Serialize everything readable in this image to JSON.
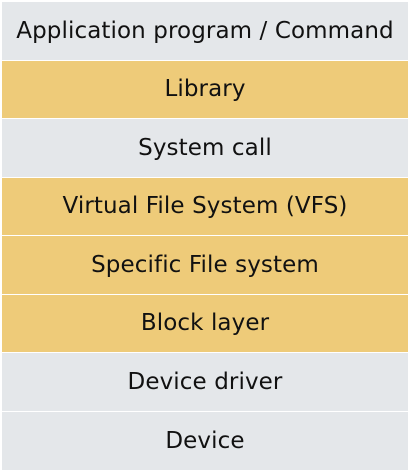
{
  "colors": {
    "gray": "#e4e7ea",
    "gold": "#eecb79"
  },
  "layers": [
    {
      "label": "Application program / Command",
      "color": "gray"
    },
    {
      "label": "Library",
      "color": "gold"
    },
    {
      "label": "System call",
      "color": "gray"
    },
    {
      "label": "Virtual File System (VFS)",
      "color": "gold"
    },
    {
      "label": "Specific File system",
      "color": "gold"
    },
    {
      "label": "Block layer",
      "color": "gold"
    },
    {
      "label": "Device driver",
      "color": "gray"
    },
    {
      "label": "Device",
      "color": "gray"
    }
  ]
}
